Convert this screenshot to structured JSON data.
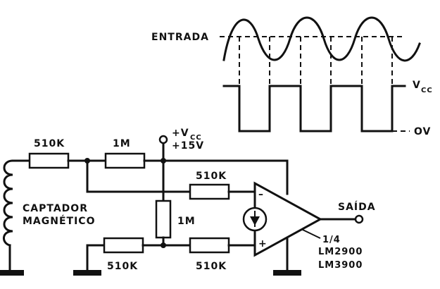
{
  "labels": {
    "entrada": "ENTRADA",
    "vcc_top": "V",
    "vcc_top_sub": "CC",
    "ov": "OV",
    "supply_line1_prefix": "+V",
    "supply_line1_sub": "CC",
    "supply_line2": "+15V",
    "r_input": "510K",
    "r_feedback_top": "1M",
    "r_inverting": "510K",
    "r_middle": "1M",
    "r_bottom_left": "510K",
    "r_bottom_right": "510K",
    "pickup_line1": "CAPTADOR",
    "pickup_line2": "MAGNÉTICO",
    "output": "SAÍDA",
    "fraction": "1/4",
    "ic1": "LM2900",
    "ic2": "LM3900",
    "minus": "–",
    "plus": "+"
  }
}
